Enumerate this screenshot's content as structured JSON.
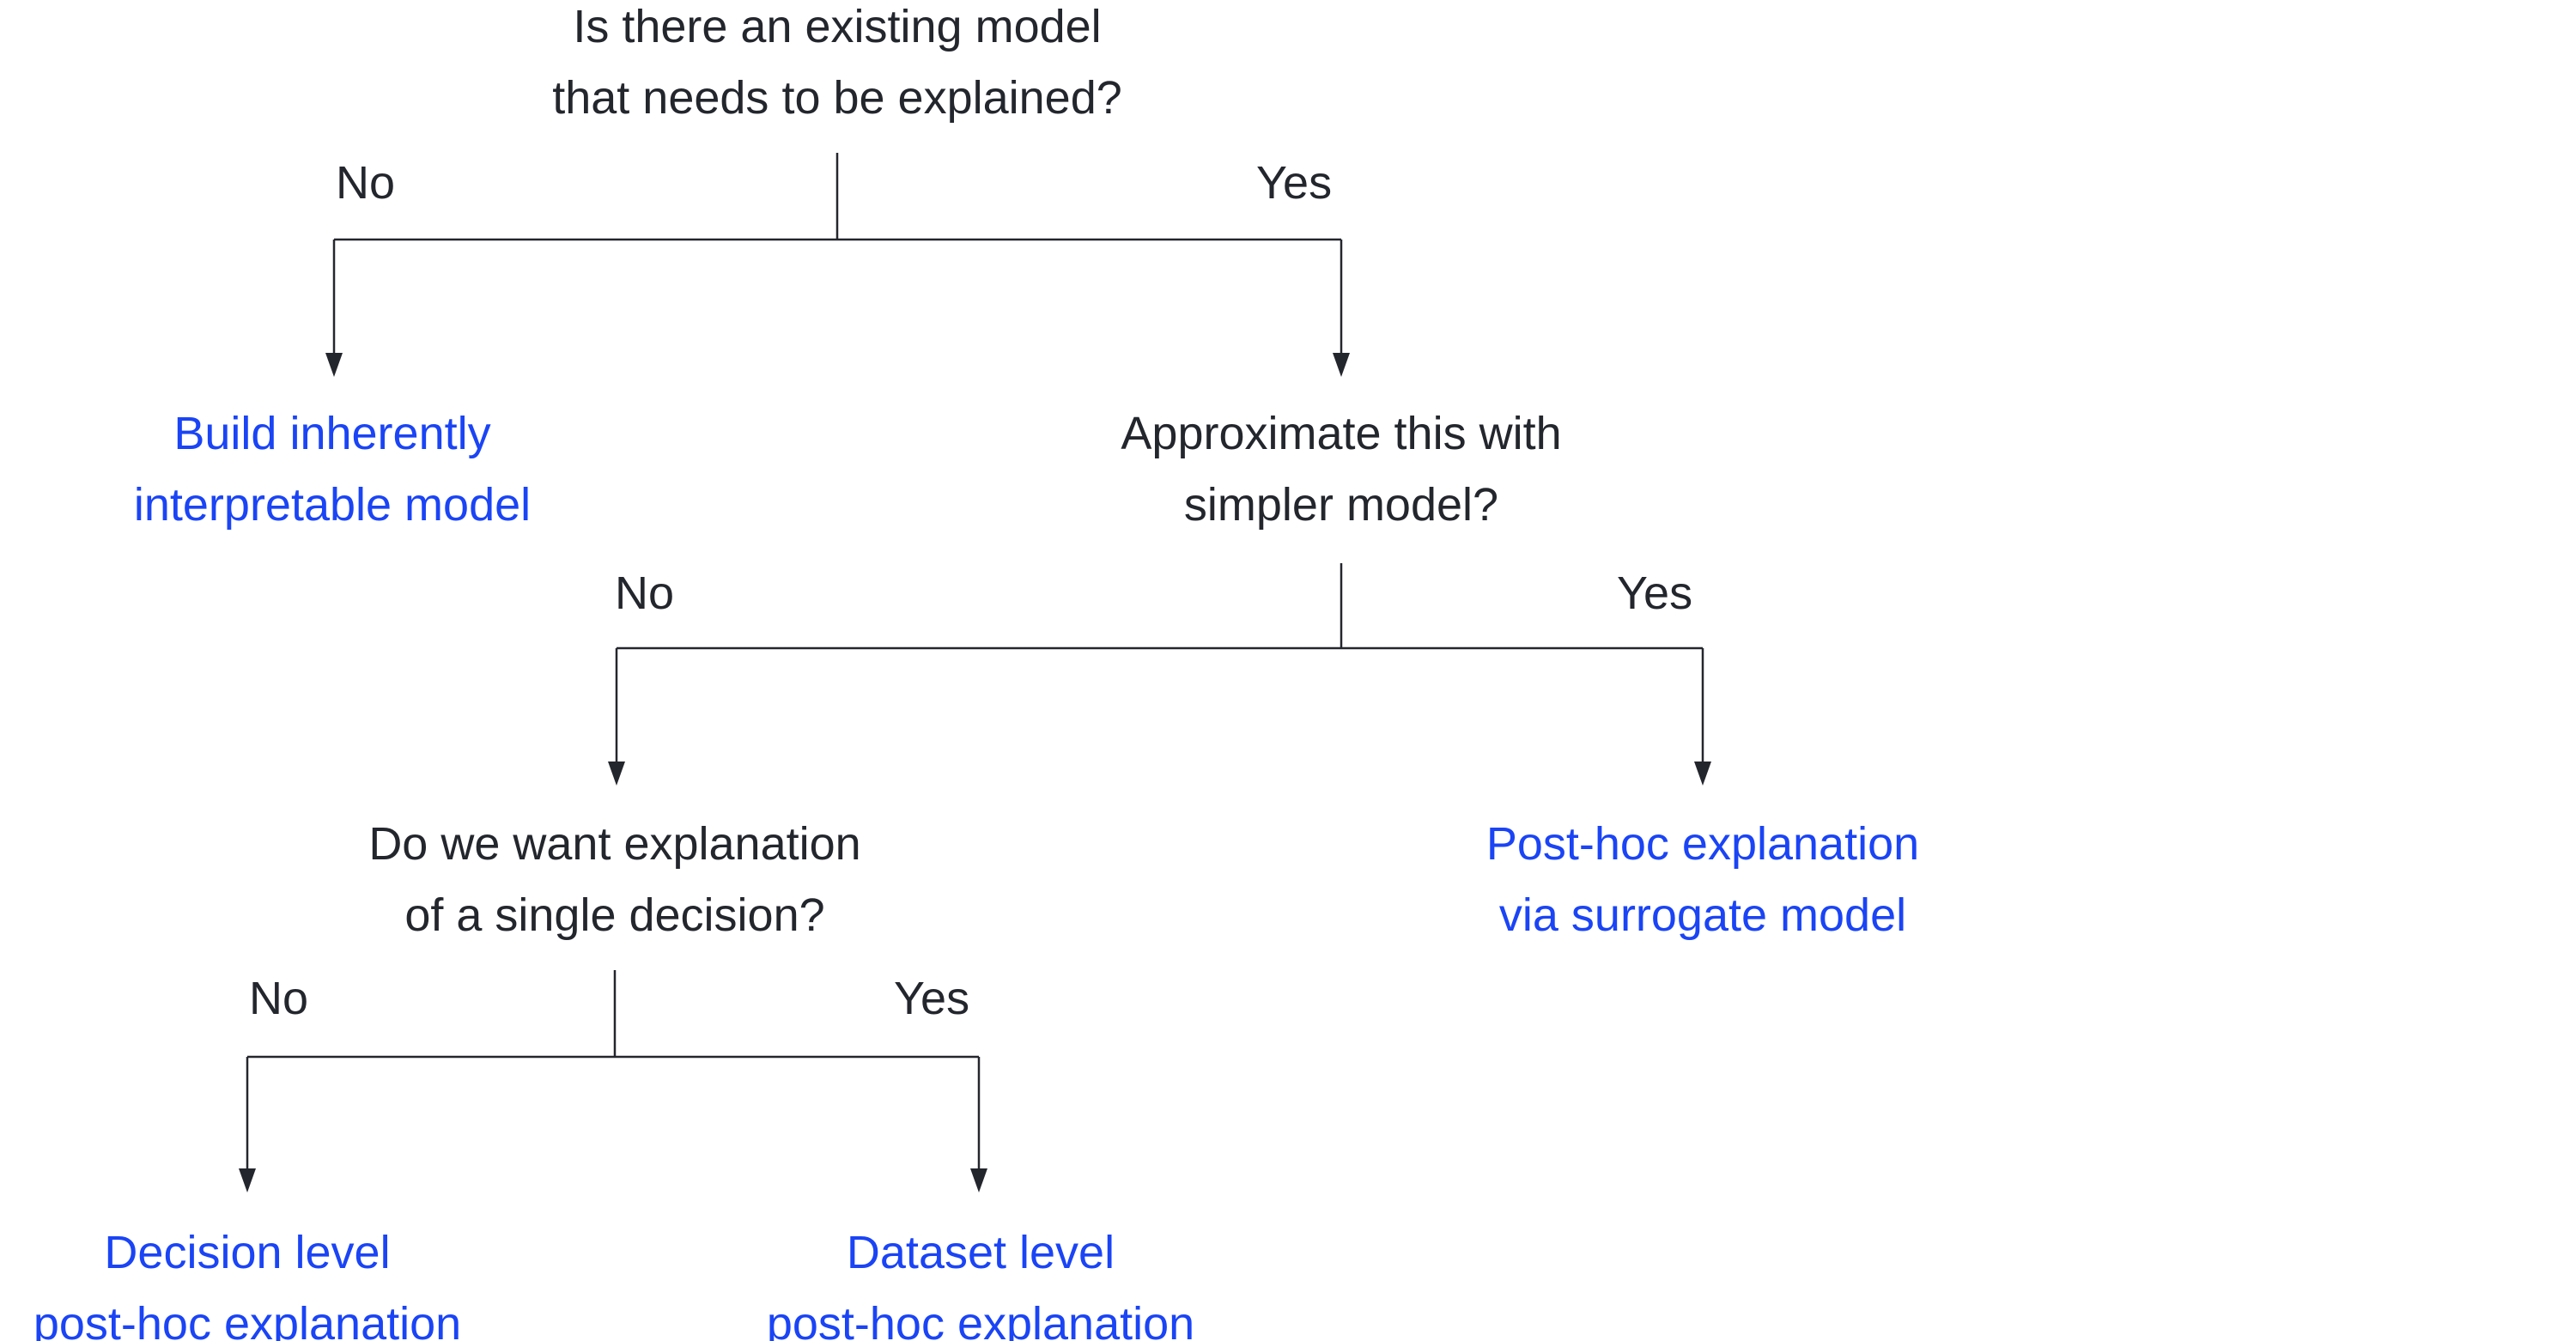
{
  "root": {
    "lines": [
      "Is there an existing model",
      "that needs to be explained?"
    ],
    "no": "No",
    "yes": "Yes"
  },
  "leaf_build": {
    "lines": [
      "Build inherently",
      "interpretable model"
    ]
  },
  "approx": {
    "lines": [
      "Approximate this with",
      "simpler model?"
    ],
    "no": "No",
    "yes": "Yes"
  },
  "leaf_surrogate": {
    "lines": [
      "Post-hoc explanation",
      "via surrogate model"
    ]
  },
  "single": {
    "lines": [
      "Do we want explanation",
      "of a single decision?"
    ],
    "no": "No",
    "yes": "Yes"
  },
  "leaf_decision": {
    "lines": [
      "Decision level",
      "post-hoc explanation"
    ]
  },
  "leaf_dataset": {
    "lines": [
      "Dataset level",
      "post-hoc explanation"
    ]
  },
  "colors": {
    "question": "#23262d",
    "outcome": "#1a44f5"
  }
}
